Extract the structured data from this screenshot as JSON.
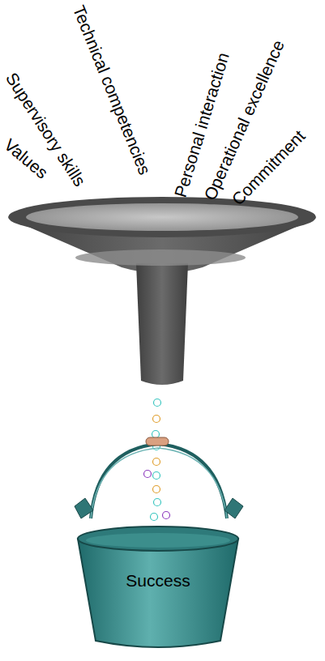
{
  "diagram": {
    "nodes": [
      {
        "text": [
          "Success"
        ]
      }
    ],
    "labels": [
      "Values",
      "Supervisory skills",
      "Technical competencies",
      "Personal interaction",
      "Operational excellence",
      "Commitment"
    ]
  }
}
